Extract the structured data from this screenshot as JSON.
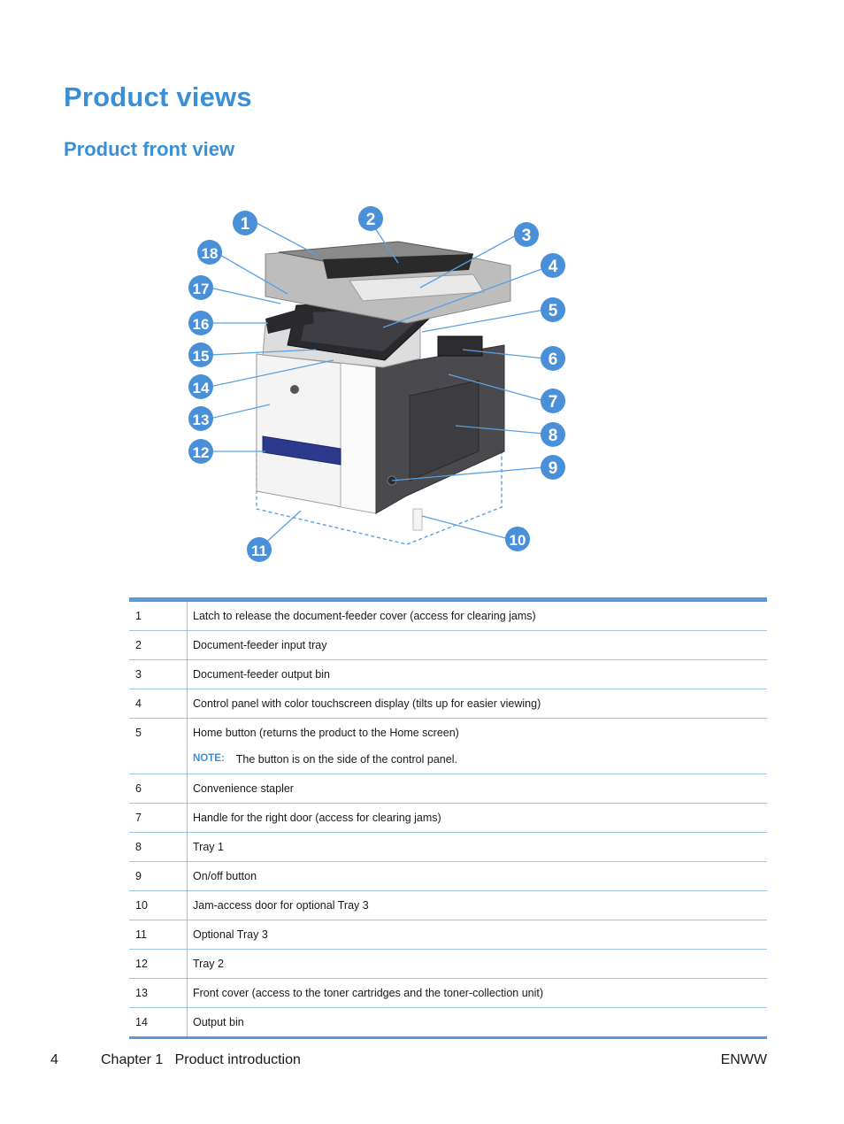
{
  "page": {
    "title": "Product views",
    "subtitle": "Product front view"
  },
  "figure": {
    "callouts": [
      "1",
      "2",
      "3",
      "4",
      "5",
      "6",
      "7",
      "8",
      "9",
      "10",
      "11",
      "12",
      "13",
      "14",
      "15",
      "16",
      "17",
      "18"
    ]
  },
  "table": {
    "rows": [
      {
        "num": "1",
        "desc": "Latch to release the document-feeder cover (access for clearing jams)"
      },
      {
        "num": "2",
        "desc": "Document-feeder input tray"
      },
      {
        "num": "3",
        "desc": "Document-feeder output bin"
      },
      {
        "num": "4",
        "desc": "Control panel with color touchscreen display (tilts up for easier viewing)"
      },
      {
        "num": "5",
        "desc": "Home button (returns the product to the Home screen)",
        "note_label": "NOTE:",
        "note_text": "The button is on the side of the control panel."
      },
      {
        "num": "6",
        "desc": "Convenience stapler"
      },
      {
        "num": "7",
        "desc": "Handle for the right door (access for clearing jams)"
      },
      {
        "num": "8",
        "desc": "Tray 1"
      },
      {
        "num": "9",
        "desc": "On/off button"
      },
      {
        "num": "10",
        "desc": "Jam-access door for optional Tray 3"
      },
      {
        "num": "11",
        "desc": "Optional Tray 3"
      },
      {
        "num": "12",
        "desc": "Tray 2"
      },
      {
        "num": "13",
        "desc": "Front cover (access to the toner cartridges and the toner-collection unit)"
      },
      {
        "num": "14",
        "desc": "Output bin"
      }
    ]
  },
  "footer": {
    "page_number": "4",
    "chapter": "Chapter 1   Product introduction",
    "locale": "ENWW"
  },
  "colors": {
    "heading": "#3b8fd6",
    "rule": "#5b9bd5",
    "callout": "#4a90d9"
  }
}
